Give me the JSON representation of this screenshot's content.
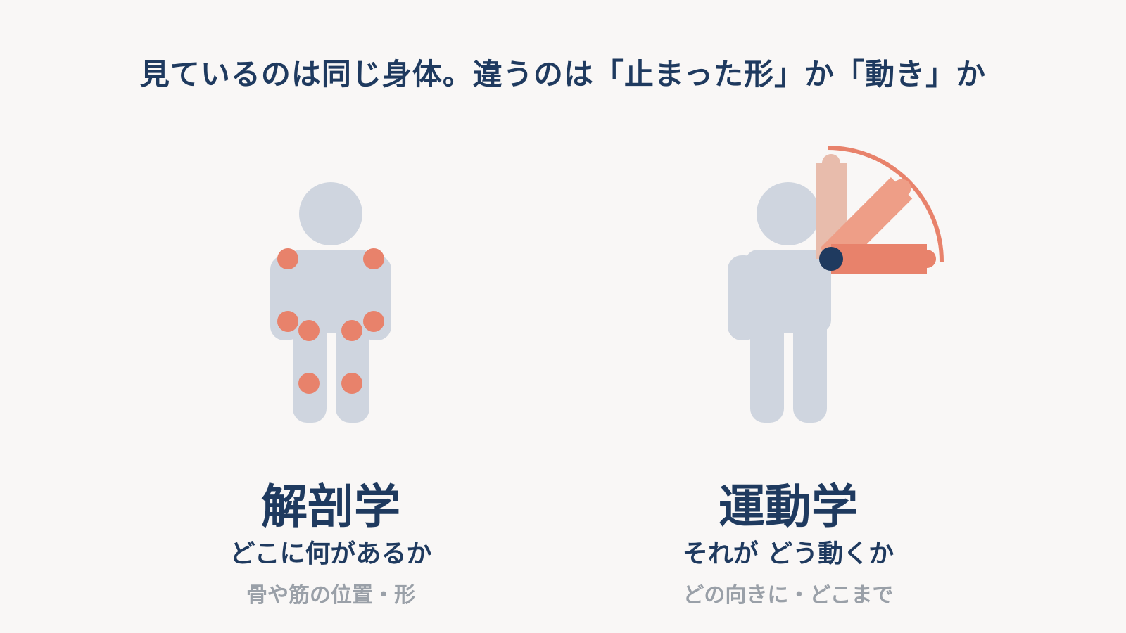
{
  "headline": "見ているのは同じ身体。違うのは「止まった形」か「動き」か",
  "left_panel": {
    "title": "解剖学",
    "subtitle": "どこに何があるか",
    "note": "骨や筋の位置・形"
  },
  "right_panel": {
    "title": "運動学",
    "subtitle": "それが どう動くか",
    "note": "どの向きに・どこまで"
  },
  "colors": {
    "background": "#f9f7f6",
    "body": "#cfd5df",
    "joint": "#e8826b",
    "navy": "#1f3a5f",
    "arm_light": "#e8bcac",
    "arm_mid": "#ee9e87",
    "arm_dark": "#e8826b",
    "note_gray": "#9aa0a8"
  }
}
